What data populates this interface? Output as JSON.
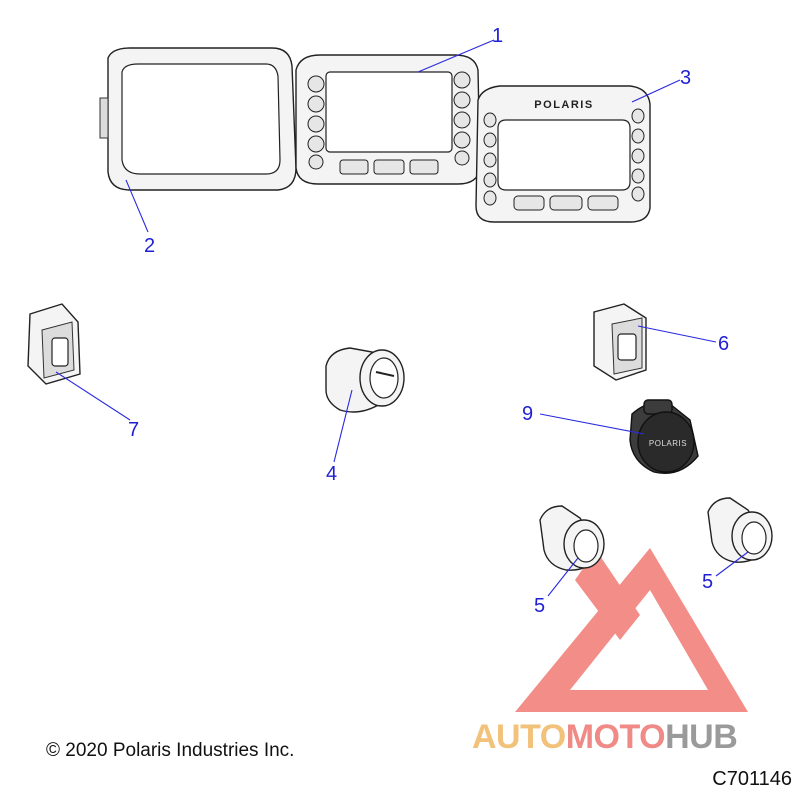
{
  "diagram": {
    "callouts": [
      "1",
      "2",
      "3",
      "4",
      "5",
      "5",
      "6",
      "7",
      "9"
    ],
    "copyright": "© 2020 Polaris Industries Inc.",
    "figure_id": "C701146",
    "bezel_brand": "POLARIS",
    "outlet_brand": "POLARIS"
  },
  "watermark": {
    "part1": "AUTO",
    "part2": "MOTO",
    "part3": "HUB",
    "colors": {
      "auto": "#f2c27a",
      "moto": "#f08a86",
      "hub": "#9a9a9a",
      "logo": "#f07a74"
    }
  }
}
